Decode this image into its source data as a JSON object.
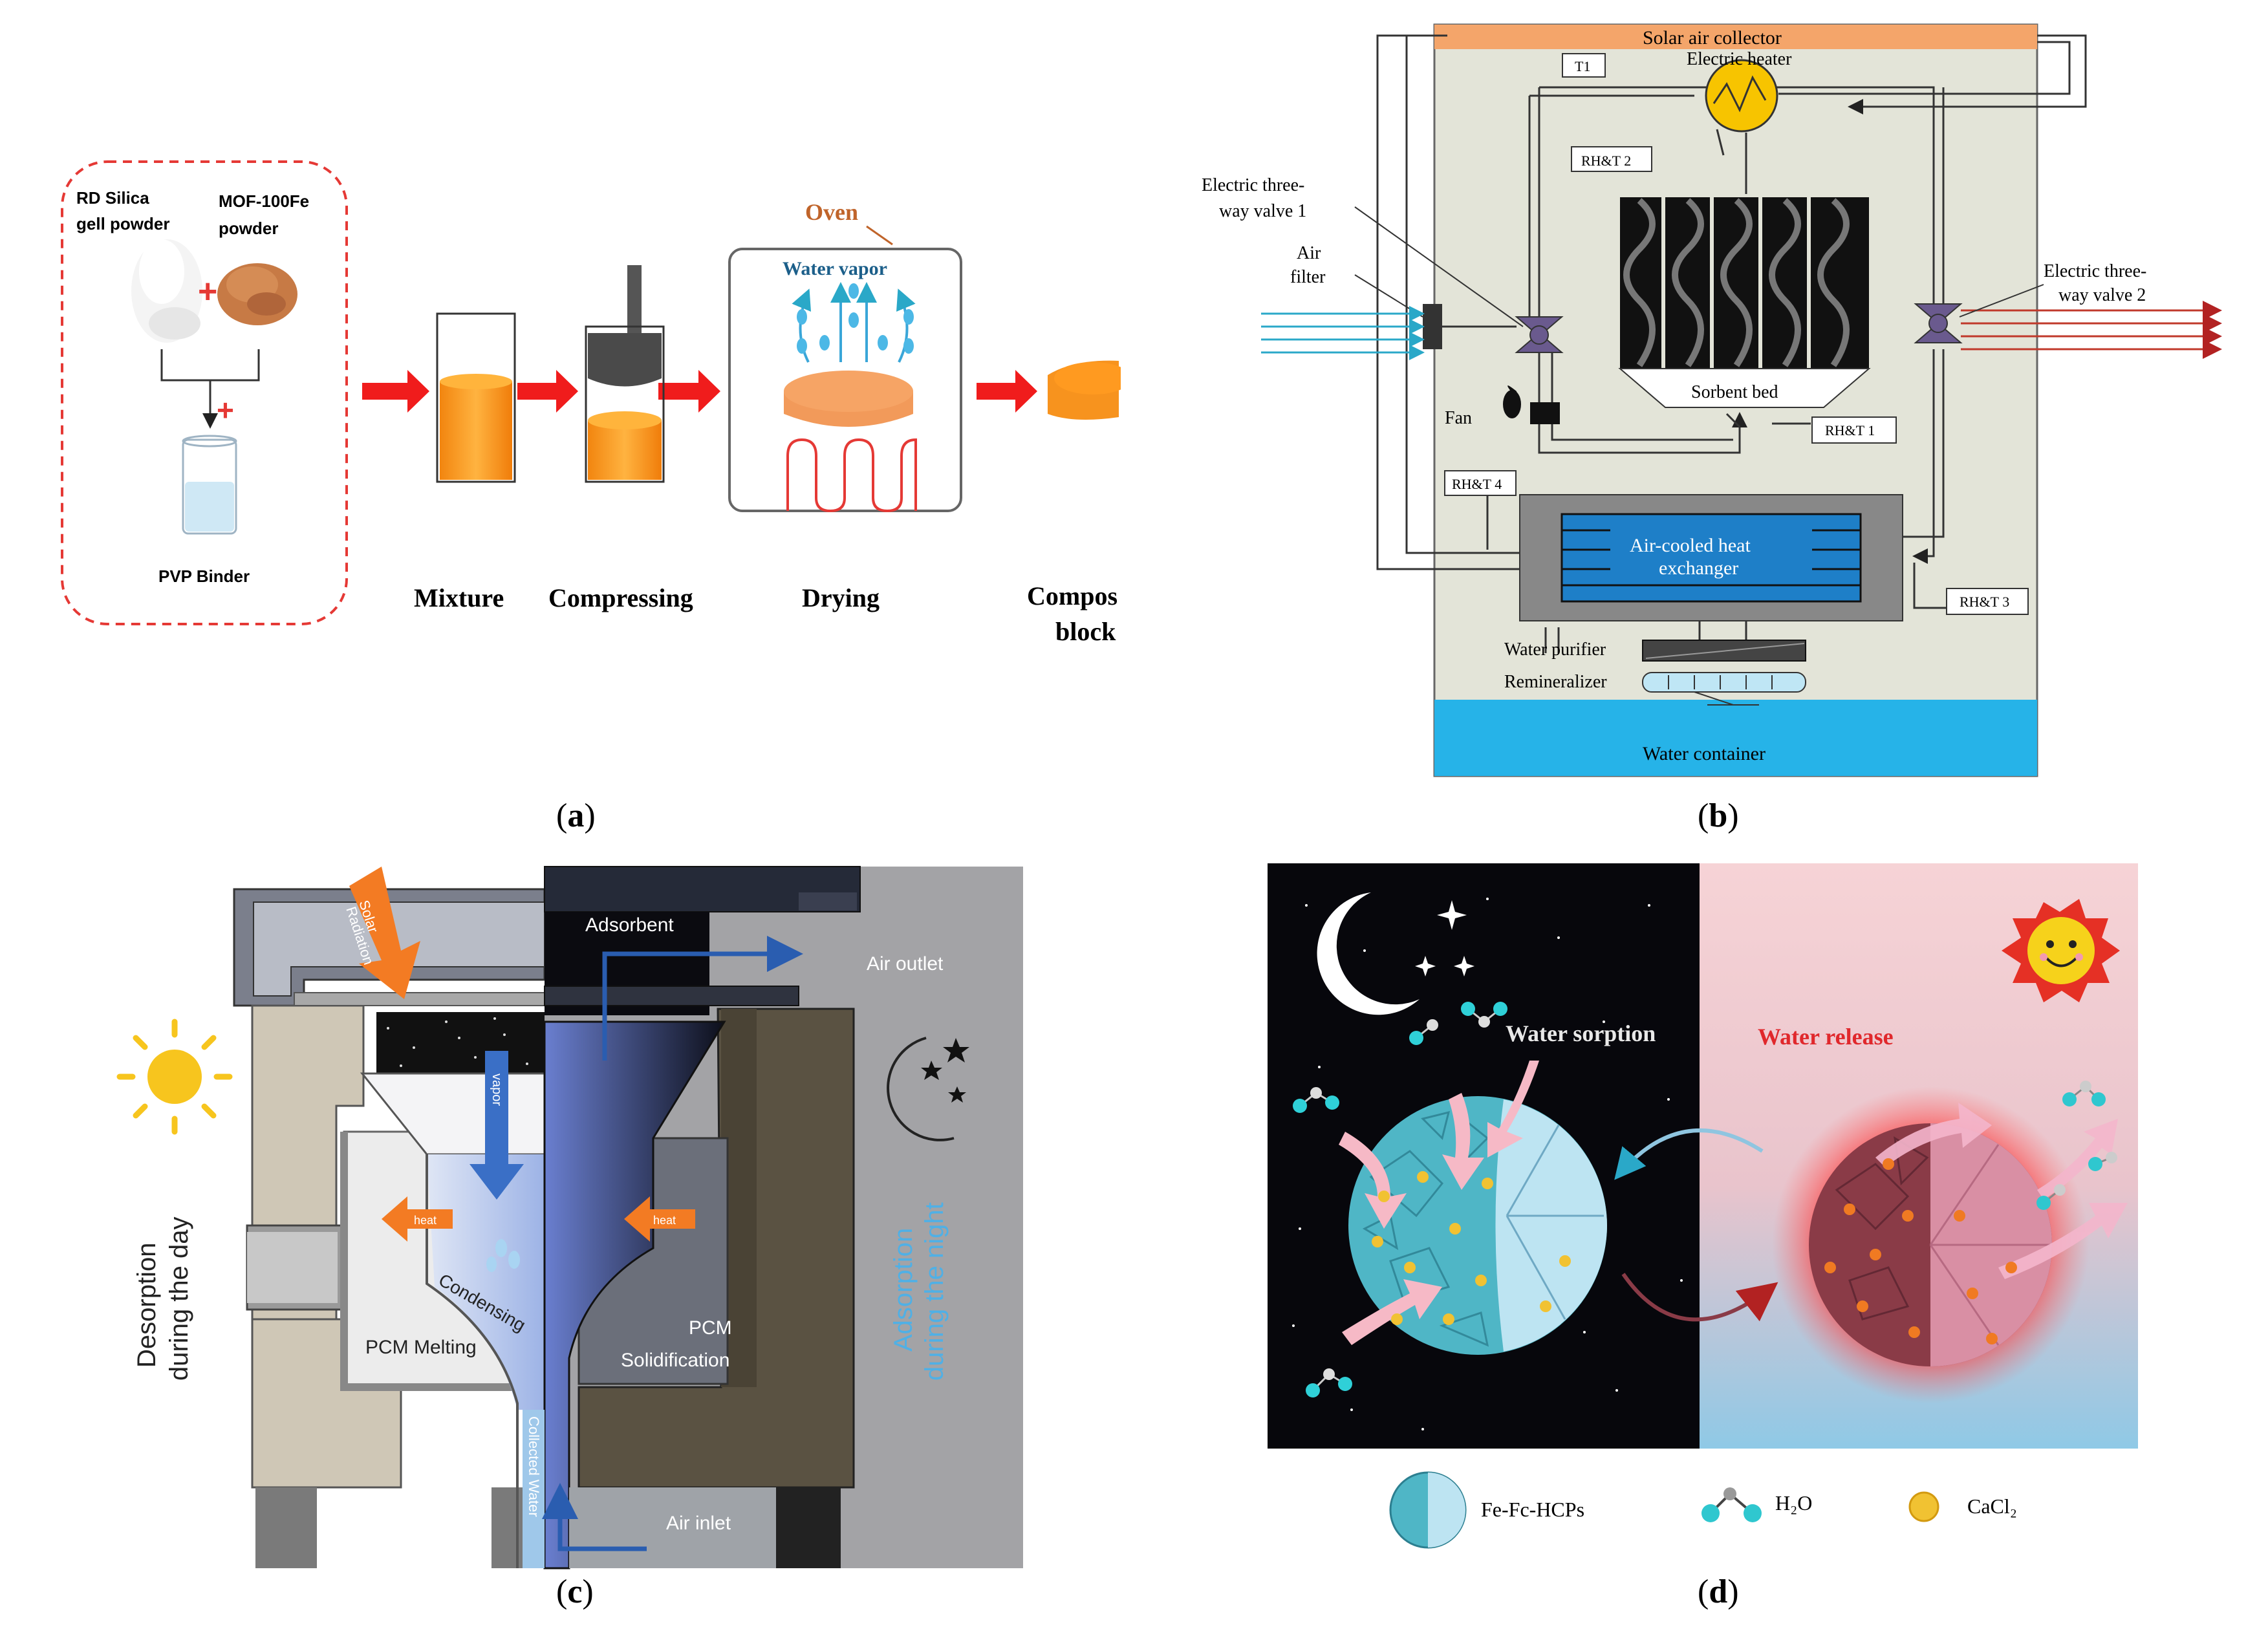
{
  "panels": {
    "a": {
      "caption_open": "(",
      "caption_letter": "a",
      "caption_close": ")",
      "material_1": [
        "RD Silica",
        "gell powder"
      ],
      "material_2": [
        "MOF-100Fe",
        "powder"
      ],
      "binder": "PVP Binder",
      "plus": "+",
      "oven": "Oven",
      "water_vapor": "Water vapor",
      "steps": [
        "Mixture",
        "Compressing",
        "Drying"
      ],
      "last_step": [
        "Compos",
        "block"
      ]
    },
    "b": {
      "caption_open": "(",
      "caption_letter": "b",
      "caption_close": ")",
      "solar_air_collector": "Solar air collector",
      "t1": "T1",
      "electric_heater": "Electric heater",
      "rht2": "RH&T 2",
      "valve1": [
        "Electric three-",
        "way valve 1"
      ],
      "air_filter": [
        "Air",
        "filter"
      ],
      "valve2": [
        "Electric three-",
        "way valve 2"
      ],
      "sorbent_bed": "Sorbent bed",
      "fan": "Fan",
      "rht1": "RH&T 1",
      "rht4": "RH&T 4",
      "heat_exchanger": [
        "Air-cooled heat",
        "exchanger"
      ],
      "rht3": "RH&T 3",
      "water_purifier": "Water purifier",
      "remineralizer": "Remineralizer",
      "water_container": "Water container"
    },
    "c": {
      "caption_open": "(",
      "caption_letter": "c",
      "caption_close": ")",
      "solar_radiation": [
        "Solar",
        "Radiation"
      ],
      "adsorbent": "Adsorbent",
      "air_outlet": "Air outlet",
      "vapor": "vapor",
      "heat": "heat",
      "condensing": "Condensing",
      "pcm_melting": "PCM Melting",
      "pcm_solid": [
        "PCM",
        "Solidification"
      ],
      "collected_water": "Collected Water",
      "air_inlet": "Air inlet",
      "desorption": [
        "Desorption",
        "during the day"
      ],
      "adsorption": [
        "Adsorption",
        "during the night"
      ]
    },
    "d": {
      "caption_open": "(",
      "caption_letter": "d",
      "caption_close": ")",
      "water_sorption": "Water sorption",
      "water_release": "Water release",
      "legend_hcp": "Fe-Fc-HCPs",
      "legend_h2o": "H₂O",
      "legend_cacl": "CaCl₂"
    }
  },
  "colors": {
    "arrow_red": "#f01c1c",
    "orange": "#f7931e",
    "oven_orange": "#c0642a",
    "water_blue": "#1c5f8a",
    "collector": "#f4a56a",
    "cabinet": "#e3e4d8",
    "container": "#26b3e8",
    "exchanger": "#1e7fc8",
    "night": "#07070c",
    "day_pink": "#f4cfd3",
    "hcp_teal": "#4fb6c6",
    "cacl_yellow": "#f1c232"
  }
}
